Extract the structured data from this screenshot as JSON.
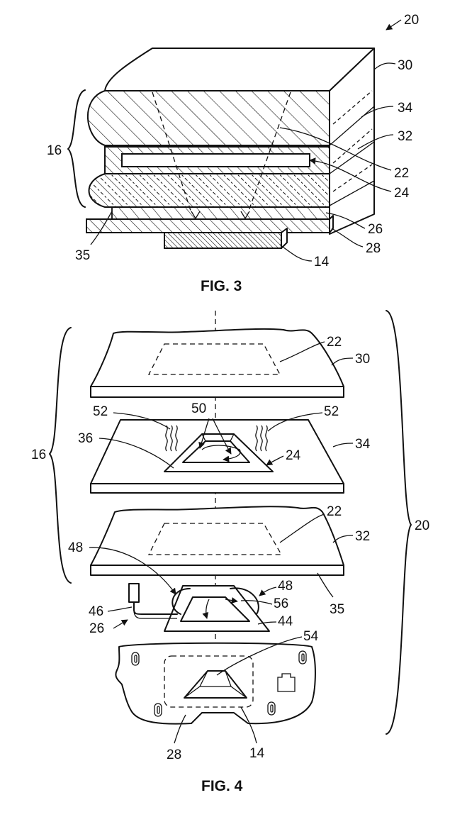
{
  "figures": [
    {
      "caption": "FIG. 3"
    },
    {
      "caption": "FIG. 4"
    }
  ],
  "labels": {
    "fig3": {
      "ref_20": "20",
      "ref_30": "30",
      "ref_34": "34",
      "ref_32": "32",
      "ref_22": "22",
      "ref_24": "24",
      "ref_26": "26",
      "ref_28": "28",
      "ref_14": "14",
      "ref_35": "35",
      "ref_16": "16"
    },
    "fig4": {
      "ref_22a": "22",
      "ref_30": "30",
      "ref_52a": "52",
      "ref_50": "50",
      "ref_52b": "52",
      "ref_36": "36",
      "ref_34": "34",
      "ref_24": "24",
      "ref_16": "16",
      "ref_22b": "22",
      "ref_32": "32",
      "ref_20": "20",
      "ref_48a": "48",
      "ref_48b": "48",
      "ref_56": "56",
      "ref_46": "46",
      "ref_26": "26",
      "ref_44": "44",
      "ref_35": "35",
      "ref_54": "54",
      "ref_28": "28",
      "ref_14": "14"
    }
  },
  "icons": [
    "arrow-icon",
    "heat-wave-icon",
    "connector-icon"
  ]
}
